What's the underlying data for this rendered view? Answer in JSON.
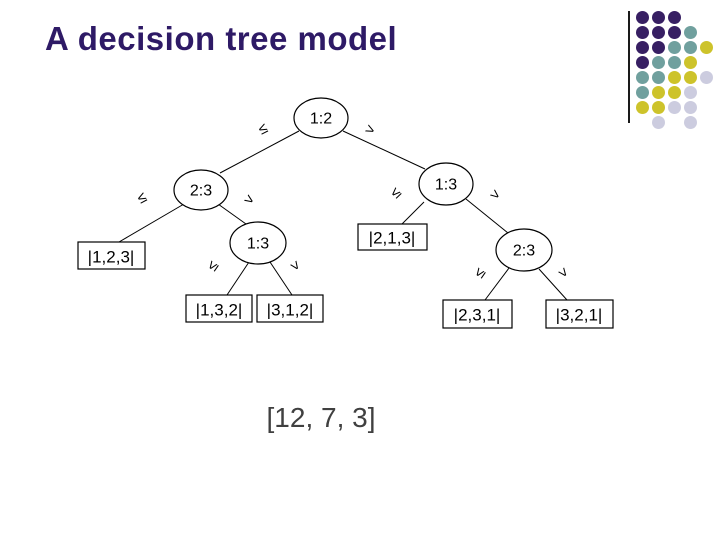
{
  "slide": {
    "title": "A decision tree model",
    "title_color": "#2e1a66",
    "annotation": "[12, 7, 3]",
    "annotation_color": "#404040",
    "background": "#ffffff"
  },
  "tree": {
    "nodes": {
      "root": "1:2",
      "left": "2:3",
      "right": "1:3",
      "mid": "1:3",
      "bottom_right": "2:3"
    },
    "leaves": {
      "l123": "|1,2,3|",
      "l213": "|2,1,3|",
      "l132": "|1,3,2|",
      "l312": "|3,1,2|",
      "l231": "|2,3,1|",
      "l321": "|3,2,1|"
    },
    "edge_labels": {
      "le": "≤",
      "gt": ">"
    },
    "line_color": "#000000"
  },
  "decoration": {
    "colors": {
      "p": "#371f63",
      "t": "#70a09e",
      "y": "#cdc32b",
      "l": "#ccccdf"
    },
    "pattern": [
      [
        "p",
        "p",
        "p",
        null,
        null
      ],
      [
        "p",
        "p",
        "p",
        "t",
        null
      ],
      [
        "p",
        "p",
        "t",
        "t",
        "y"
      ],
      [
        "p",
        "t",
        "t",
        "y",
        null
      ],
      [
        "t",
        "t",
        "y",
        "y",
        "l"
      ],
      [
        "t",
        "y",
        "y",
        "l",
        null
      ],
      [
        "y",
        "y",
        "l",
        "l",
        null
      ],
      [
        null,
        "l",
        null,
        "l",
        null
      ]
    ]
  }
}
